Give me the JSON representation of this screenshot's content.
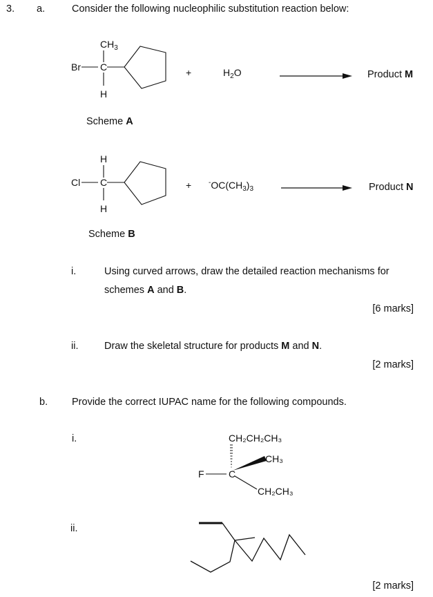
{
  "question": {
    "number": "3.",
    "part_a": {
      "label": "a.",
      "intro": "Consider the following nucleophilic substitution reaction below:",
      "scheme_a": {
        "caption_prefix": "Scheme ",
        "caption_letter": "A",
        "substrate": {
          "top": "CH",
          "top_sub": "3",
          "left": "Br",
          "center": "C",
          "bottom": "H"
        },
        "plus": "+",
        "reagent_main": "H",
        "reagent_sub": "2",
        "reagent_tail": "O",
        "product_prefix": "Product ",
        "product_letter": "M"
      },
      "scheme_b": {
        "caption_prefix": "Scheme ",
        "caption_letter": "B",
        "substrate": {
          "top": "H",
          "left": "Cl",
          "center": "C",
          "bottom": "H"
        },
        "plus": "+",
        "reagent_charge": "-",
        "reagent_main": "OC(CH",
        "reagent_sub": "3",
        "reagent_tail": ")",
        "reagent_sub2": "3",
        "product_prefix": "Product ",
        "product_letter": "N"
      },
      "sub_i": {
        "label": "i.",
        "line1": "Using curved arrows, draw the detailed reaction mechanisms for",
        "line2_prefix": "schemes ",
        "line2_a": "A",
        "line2_mid": " and ",
        "line2_b": "B",
        "line2_end": ".",
        "marks": "[6 marks]"
      },
      "sub_ii": {
        "label": "ii.",
        "text_prefix": "Draw the skeletal structure for products ",
        "m": "M",
        "mid": " and ",
        "n": "N",
        "end": ".",
        "marks": "[2 marks]"
      }
    },
    "part_b": {
      "label": "b.",
      "intro": "Provide the correct IUPAC name for the following compounds.",
      "sub_i": {
        "label": "i.",
        "groups": {
          "top": "CH₂CH₂CH₃",
          "wedge": "CH₃",
          "left": "F",
          "center": "C",
          "bottom": "CH₂CH₃"
        }
      },
      "sub_ii": {
        "label": "ii."
      },
      "marks": "[2 marks]"
    }
  }
}
